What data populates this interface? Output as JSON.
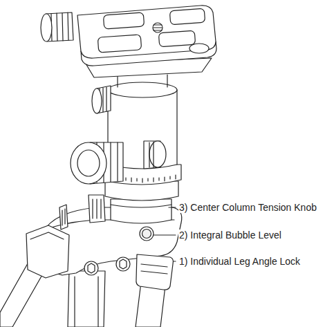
{
  "diagram": {
    "labels": [
      "3) Center Column Tension Knob",
      "2) Integral Bubble Level",
      "1) Individual Leg Angle Lock"
    ]
  }
}
